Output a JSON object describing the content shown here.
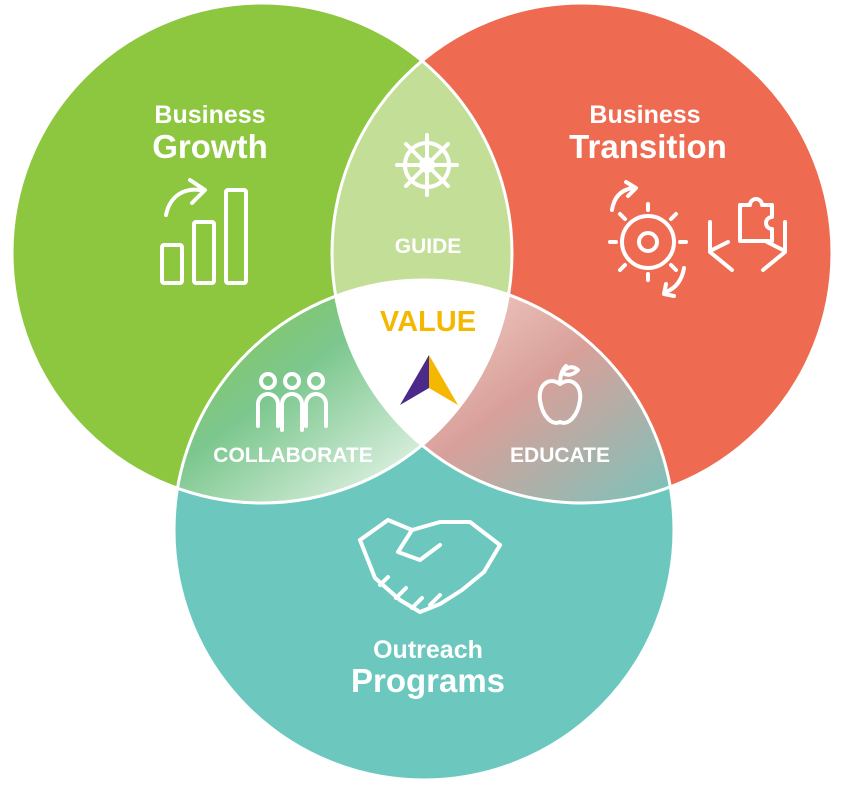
{
  "colors": {
    "growth": "#8dc63f",
    "transition": "#ee6b52",
    "outreach": "#6cc8bf",
    "guide": "#c3de97",
    "value_text": "#f5b800",
    "logo_purple": "#4b2a8a",
    "logo_gold": "#f5b800"
  },
  "circles": {
    "growth": {
      "title_line1": "Business",
      "title_line2": "Growth",
      "icon": "bar-chart-growth-icon"
    },
    "transition": {
      "title_line1": "Business",
      "title_line2": "Transition",
      "icon": "gears-puzzle-hands-icon"
    },
    "outreach": {
      "title_line1": "Outreach",
      "title_line2": "Programs",
      "icon": "handshake-icon"
    }
  },
  "overlaps": {
    "guide": {
      "label": "GUIDE",
      "icon": "ship-wheel-icon"
    },
    "collaborate": {
      "label": "COLLABORATE",
      "icon": "people-group-icon"
    },
    "educate": {
      "label": "EDUCATE",
      "icon": "apple-icon"
    }
  },
  "center": {
    "label": "VALUE",
    "icon": "arrow-logo-icon"
  }
}
